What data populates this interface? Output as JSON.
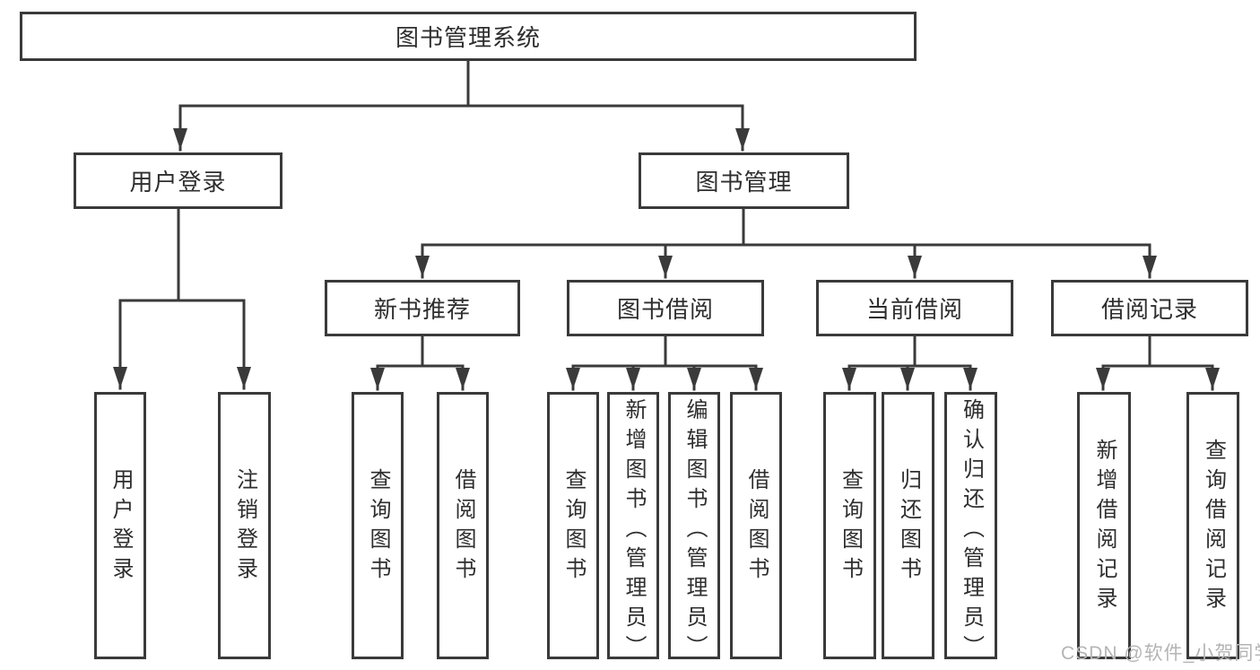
{
  "diagram": {
    "root": {
      "label": "图书管理系统"
    },
    "branches": [
      {
        "label": "用户登录",
        "children": [
          {
            "label": "用户登录"
          },
          {
            "label": "注销登录"
          }
        ]
      },
      {
        "label": "图书管理",
        "groups": [
          {
            "label": "新书推荐",
            "children": [
              {
                "label": "查询图书"
              },
              {
                "label": "借阅图书"
              }
            ]
          },
          {
            "label": "图书借阅",
            "children": [
              {
                "label": "查询图书"
              },
              {
                "label": "新增图书（管理员）"
              },
              {
                "label": "编辑图书（管理员）"
              },
              {
                "label": "借阅图书"
              }
            ]
          },
          {
            "label": "当前借阅",
            "children": [
              {
                "label": "查询图书"
              },
              {
                "label": "归还图书"
              },
              {
                "label": "确认归还（管理员）"
              }
            ]
          },
          {
            "label": "借阅记录",
            "children": [
              {
                "label": "新增借阅记录"
              },
              {
                "label": "查询借阅记录"
              }
            ]
          }
        ]
      }
    ]
  },
  "watermark": {
    "text": "CSDN @软件_小贺同学",
    "color": "#b4b4b4"
  },
  "colors": {
    "line": "#3a3a3a",
    "border": "#3a3a3a",
    "text": "#2e2e2e",
    "background": "#ffffff"
  }
}
